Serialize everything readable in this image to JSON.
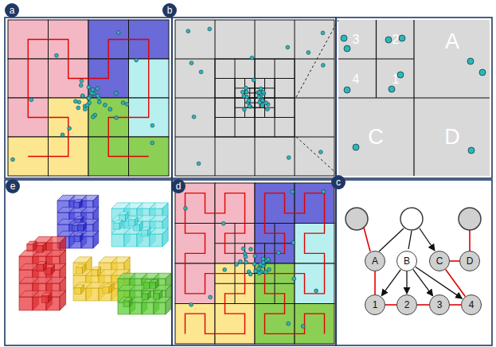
{
  "diagram": {
    "nodes": [
      {
        "text": [
          "A"
        ]
      },
      {
        "text": [
          "B"
        ]
      },
      {
        "text": [
          "C"
        ]
      },
      {
        "text": [
          "D"
        ]
      },
      {
        "text": [
          "1"
        ]
      },
      {
        "text": [
          "2"
        ]
      },
      {
        "text": [
          "3"
        ]
      },
      {
        "text": [
          "4"
        ]
      }
    ],
    "edges": [
      {
        "from": 0,
        "to": 4,
        "arrow": "none"
      },
      {
        "from": 4,
        "to": 5,
        "arrow": "none"
      },
      {
        "from": 5,
        "to": 6,
        "arrow": "none"
      },
      {
        "from": 6,
        "to": 7,
        "arrow": "none"
      },
      {
        "from": 7,
        "to": 2,
        "arrow": "none"
      },
      {
        "from": 2,
        "to": 3,
        "arrow": "none"
      },
      {
        "from": 1,
        "to": 4,
        "arrow": "to"
      },
      {
        "from": 1,
        "to": 5,
        "arrow": "to"
      },
      {
        "from": 1,
        "to": 6,
        "arrow": "to"
      },
      {
        "from": 1,
        "to": 7,
        "arrow": "to"
      }
    ],
    "labels": [
      "a",
      "b",
      "c",
      "d",
      "e",
      "3",
      "2",
      "4",
      "1",
      "A",
      "C",
      "D"
    ]
  }
}
